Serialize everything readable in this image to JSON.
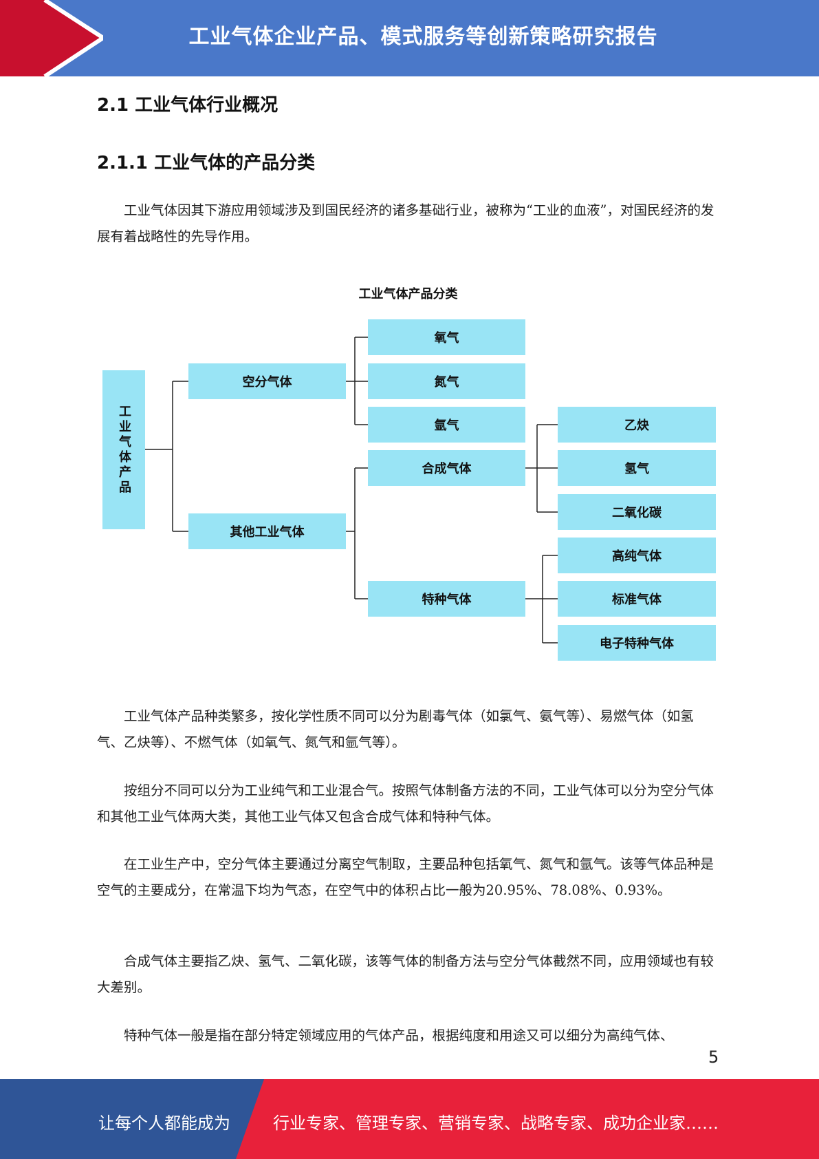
{
  "header": {
    "title": "工业气体企业产品、模式服务等创新策略研究报告",
    "accent_red": "#c8102e",
    "accent_blue": "#4a78c9"
  },
  "section": {
    "heading": "2.1 工业气体行业概况",
    "subheading": "2.1.1 工业气体的产品分类"
  },
  "paragraphs": [
    "工业气体因其下游应用领域涉及到国民经济的诸多基础行业，被称为“工业的血液”，对国民经济的发展有着战略性的先导作用。",
    "工业气体产品种类繁多，按化学性质不同可以分为剧毒气体（如氯气、氨气等）、易燃气体（如氢气、乙炔等）、不燃气体（如氧气、氮气和氩气等）。",
    "按组分不同可以分为工业纯气和工业混合气。按照气体制备方法的不同，工业气体可以分为空分气体和其他工业气体两大类，其他工业气体又包含合成气体和特种气体。",
    "在工业生产中，空分气体主要通过分离空气制取，主要品种包括氧气、氮气和氩气。该等气体品种是空气的主要成分，在常温下均为气态，在空气中的体积占比一般为20.95%、78.08%、0.93%。",
    "合成气体主要指乙炔、氢气、二氧化碳，该等气体的制备方法与空分气体截然不同，应用领域也有较大差别。",
    "特种气体一般是指在部分特定领域应用的气体产品，根据纯度和用途又可以细分为高纯气体、"
  ],
  "diagram": {
    "title": "工业气体产品分类",
    "node_color": "#99e4f5",
    "root": "工业气体产品",
    "level1": [
      "空分气体",
      "其他工业气体"
    ],
    "air_separation": [
      "氧气",
      "氮气",
      "氩气"
    ],
    "other": [
      "合成气体",
      "特种气体"
    ],
    "synthetic": [
      "乙炔",
      "氢气",
      "二氧化碳"
    ],
    "special": [
      "高纯气体",
      "标准气体",
      "电子特种气体"
    ]
  },
  "page_number": "5",
  "footer": {
    "left_text": "让每个人都能成为",
    "right_text": "行业专家、管理专家、营销专家、战略专家、成功企业家……",
    "blue": "#2f5597",
    "red": "#e8213a"
  }
}
